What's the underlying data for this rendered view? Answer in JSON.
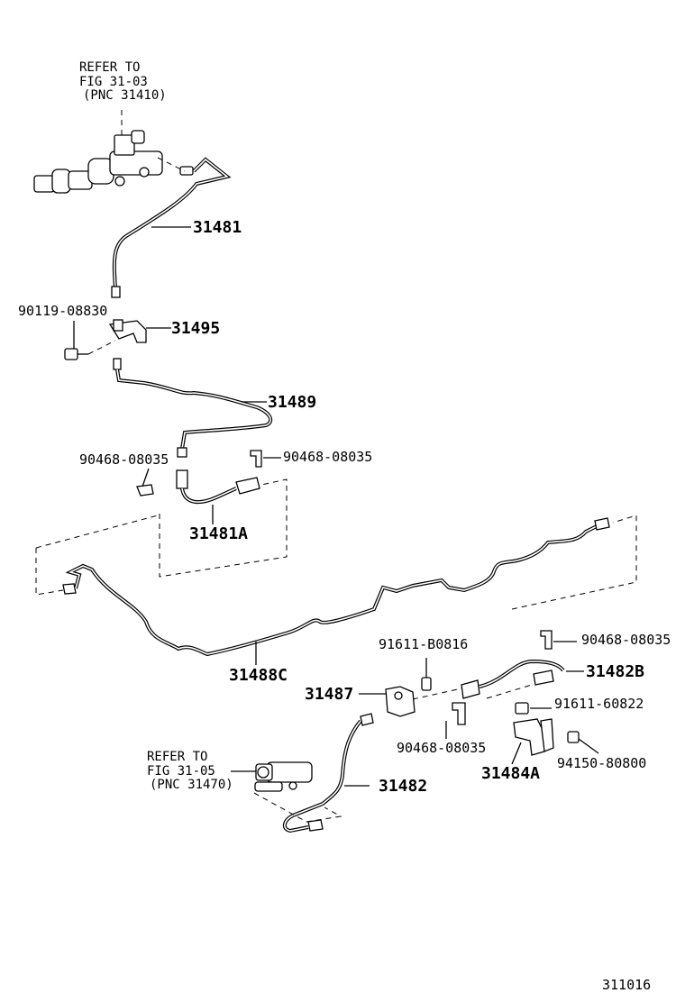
{
  "labels": {
    "refer_top": [
      "REFER TO",
      "FIG 31-03",
      "(PNC 31410)"
    ],
    "p31481": "31481",
    "p90119": "90119-08830",
    "p31495": "31495",
    "p31489": "31489",
    "p90468_a": "90468-08035",
    "p90468_b": "90468-08035",
    "p31481A": "31481A",
    "p31488C": "31488C",
    "p91611_b": "91611-B0816",
    "p90468_c": "90468-08035",
    "p31487": "31487",
    "p31482B": "31482B",
    "p91611_6": "91611-60822",
    "p90468_d": "90468-08035",
    "p94150": "94150-80800",
    "p31484A": "31484A",
    "refer_bottom": [
      "REFER TO",
      "FIG 31-05",
      "(PNC 31470)"
    ],
    "p31482": "31482",
    "figure_no": "311016"
  }
}
